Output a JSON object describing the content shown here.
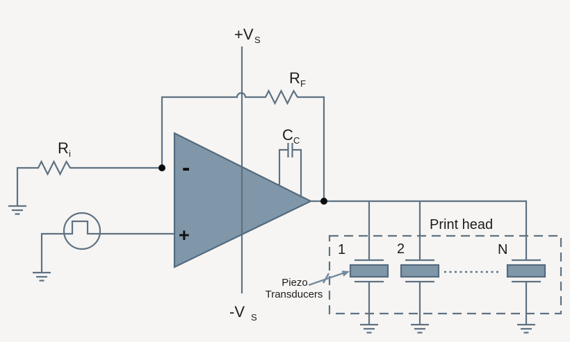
{
  "diagram_type": "opamp-piezo-printhead-driver-circuit",
  "colors": {
    "background": "#f6f5f3",
    "wire": "#5e7182",
    "component_fill": "#8096a9",
    "component_border": "#546a7e",
    "text": "#1c1c1c",
    "junction_dot": "#0b0b0b",
    "arrow": "#7389a0"
  },
  "labels": {
    "positive_supply": {
      "main": "+V",
      "sub": "S"
    },
    "negative_supply": {
      "main": "-V",
      "sub": "S"
    },
    "feedback_resistor": {
      "main": "R",
      "sub": "F"
    },
    "input_resistor": {
      "main": "R",
      "sub": "i"
    },
    "compensation_capacitor": {
      "main": "C",
      "sub": "C"
    },
    "opamp": {
      "inverting": "-",
      "noninverting": "+"
    },
    "print_head": "Print head",
    "piezo_caption": {
      "line1": "Piezo",
      "line2": "Transducers"
    },
    "transducers": {
      "first": "1",
      "second": "2",
      "last": "N"
    }
  }
}
